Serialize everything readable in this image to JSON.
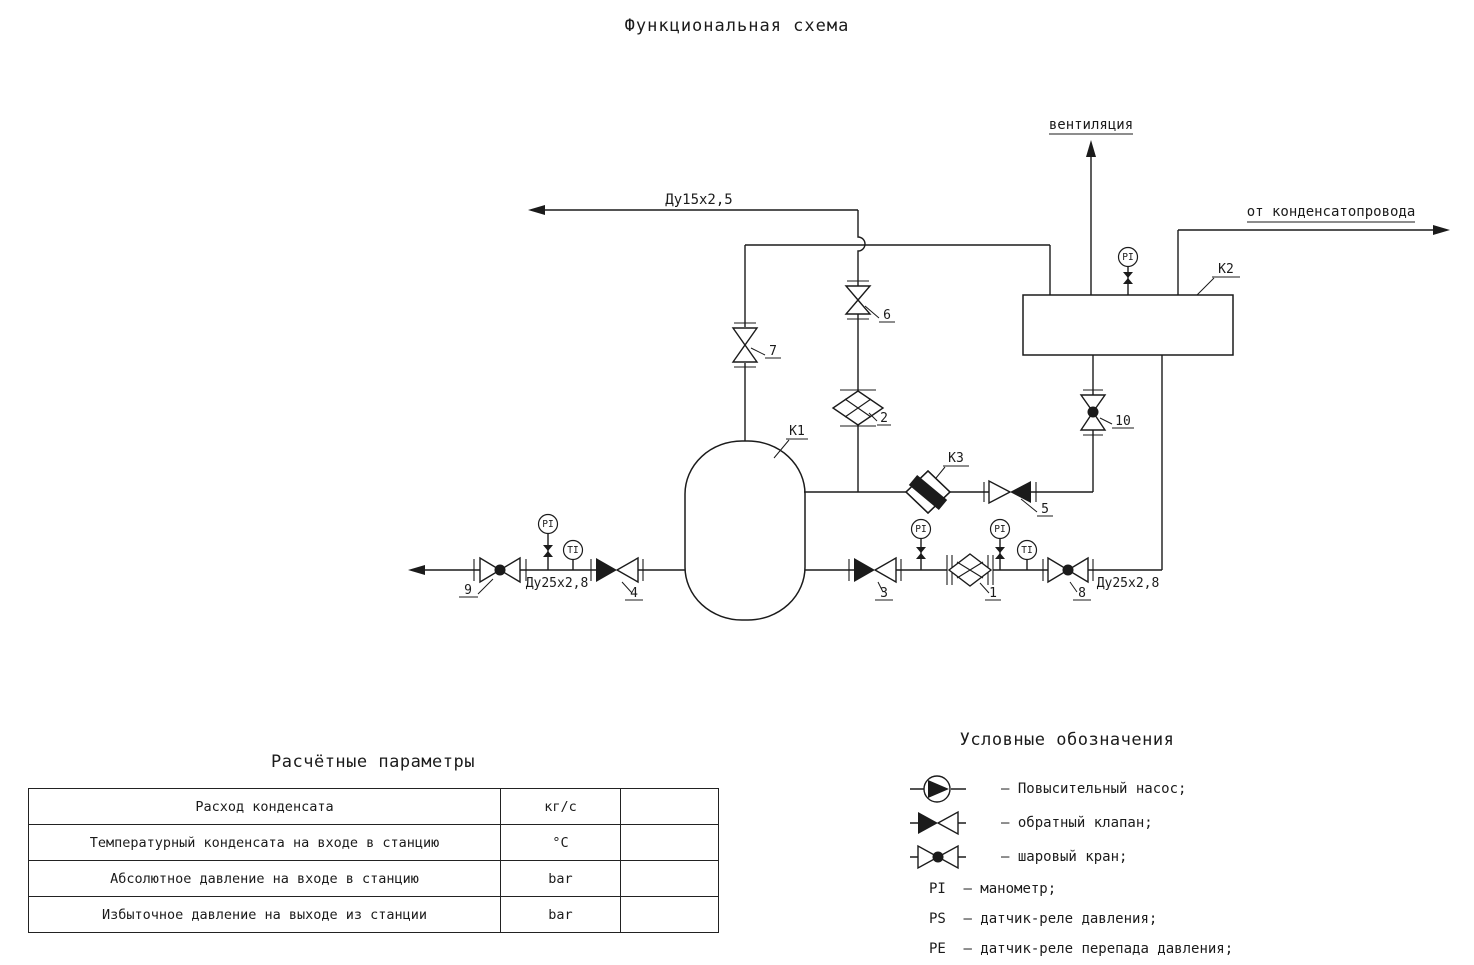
{
  "title": "Функциональная схема",
  "schematic": {
    "pipe_labels": {
      "ventilation": "вентиляция",
      "du15": "Ду15х2,5",
      "from_condensate_line": "от конденсатопровода",
      "du25_left": "Ду25х2,8",
      "du25_right": "Ду25х2,8"
    },
    "equipment_tags": {
      "k1": "К1",
      "k2": "К2",
      "k3": "К3"
    },
    "item_numbers": {
      "n1": "1",
      "n2": "2",
      "n3": "3",
      "n4": "4",
      "n5": "5",
      "n6": "6",
      "n7": "7",
      "n8": "8",
      "n9": "9",
      "n10": "10"
    },
    "instruments": {
      "pi": "PI",
      "ti": "TI"
    }
  },
  "parameters": {
    "title": "Расчётные параметры",
    "rows": [
      {
        "name": "Расход конденсата",
        "unit": "кг/с",
        "value": ""
      },
      {
        "name": "Температурный конденсата на входе в станцию",
        "unit": "°C",
        "value": ""
      },
      {
        "name": "Абсолютное давление на входе в станцию",
        "unit": "bar",
        "value": ""
      },
      {
        "name": "Избыточное давление на выходе из станции",
        "unit": "bar",
        "value": ""
      }
    ]
  },
  "legend": {
    "title": "Условные обозначения",
    "symbols": [
      {
        "icon": "pump-icon",
        "label": "– Повысительный насос;"
      },
      {
        "icon": "check-valve-icon",
        "label": "– обратный клапан;"
      },
      {
        "icon": "ball-valve-icon",
        "label": "– шаровый кран;"
      }
    ],
    "abbreviations": [
      {
        "code": "PI",
        "label": "– манометр;"
      },
      {
        "code": "PS",
        "label": "– датчик-реле давления;"
      },
      {
        "code": "PE",
        "label": "– датчик-реле перепада давления;"
      }
    ]
  }
}
